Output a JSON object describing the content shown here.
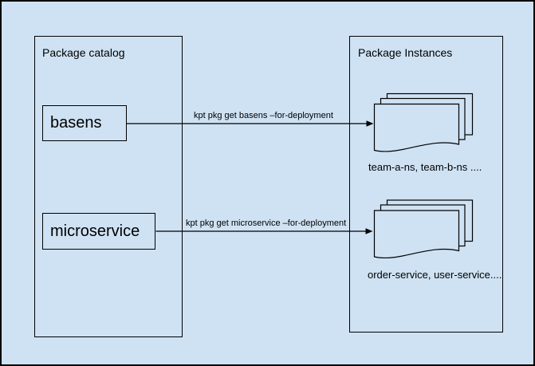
{
  "colors": {
    "background": "#cfe2f3",
    "line": "#000000"
  },
  "catalog": {
    "title": "Package catalog",
    "packages": [
      {
        "label": "basens"
      },
      {
        "label": "microservice"
      }
    ]
  },
  "instances": {
    "title": "Package Instances",
    "stacks": [
      {
        "caption": "team-a-ns, team-b-ns ...."
      },
      {
        "caption": "order-service, user-service...."
      }
    ]
  },
  "commands": [
    {
      "label": "kpt pkg get basens –for-deployment"
    },
    {
      "label": "kpt pkg get microservice –for-deployment"
    }
  ]
}
